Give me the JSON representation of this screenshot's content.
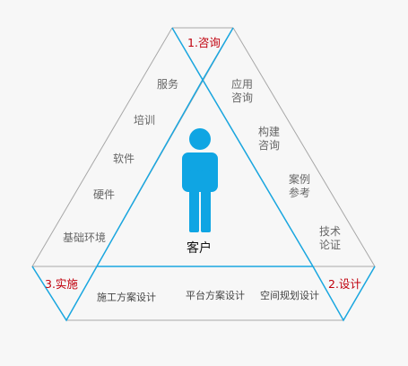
{
  "corners": {
    "consult": "1.咨询",
    "design": "2.设计",
    "implement": "3.实施"
  },
  "left_side": {
    "items": [
      "服务",
      "培训",
      "软件",
      "硬件",
      "基础环境"
    ]
  },
  "right_side": {
    "items": [
      "应用\n咨询",
      "构建\n咨询",
      "案例\n参考",
      "技术\n论证"
    ]
  },
  "bottom_side": {
    "items": [
      "施工方案设计",
      "平台方案设计",
      "空间规划设计"
    ]
  },
  "center": {
    "label": "客户",
    "icon": "person-icon"
  },
  "colors": {
    "outline": "#a8a8a8",
    "accent": "#1aa7e0",
    "corner_text": "#c0000d",
    "person": "#0fa5e3"
  }
}
